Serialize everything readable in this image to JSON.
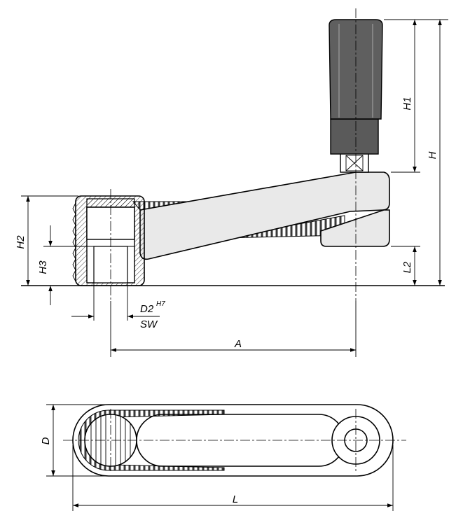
{
  "labels": {
    "H": "H",
    "H1": "H1",
    "H2": "H2",
    "H3": "H3",
    "L2": "L2",
    "D2": "D2",
    "D2_tol": "H7",
    "SW": "SW",
    "A": "A",
    "D": "D",
    "L": "L"
  }
}
